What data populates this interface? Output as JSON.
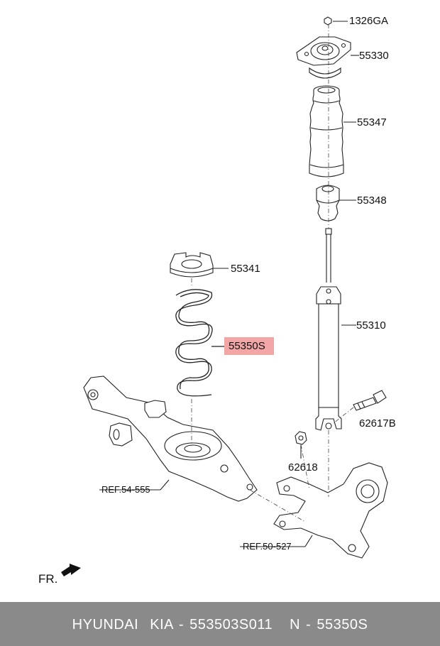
{
  "parts": [
    {
      "id": "1326GA",
      "label": "1326GA"
    },
    {
      "id": "55330",
      "label": "55330"
    },
    {
      "id": "55347",
      "label": "55347"
    },
    {
      "id": "55348",
      "label": "55348"
    },
    {
      "id": "55341",
      "label": "55341"
    },
    {
      "id": "55310",
      "label": "55310"
    },
    {
      "id": "55350S",
      "label": "55350S",
      "highlighted": true
    },
    {
      "id": "62617B",
      "label": "62617B"
    },
    {
      "id": "62618",
      "label": "62618"
    }
  ],
  "references": [
    {
      "label": "REF.54-555"
    },
    {
      "label": "REF.50-527"
    }
  ],
  "direction_label": "FR.",
  "highlight_color": "#f2a6a6",
  "footer": {
    "brand": "HYUNDAI  KIA - 553503S011",
    "part_ref": "N - 55350S",
    "background": "#8a8a8a"
  }
}
